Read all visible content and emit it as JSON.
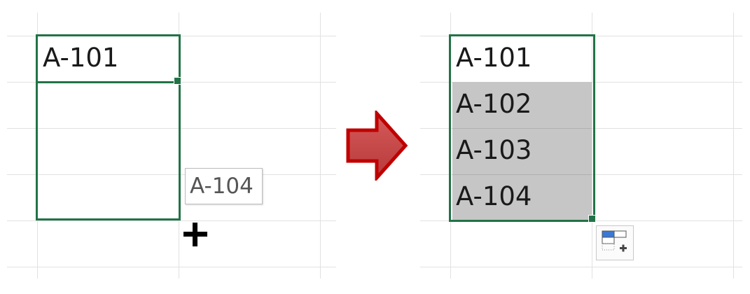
{
  "before": {
    "start_cell": "A-101",
    "drag_tooltip": "A-104"
  },
  "after": {
    "cells": [
      "A-101",
      "A-102",
      "A-103",
      "A-104"
    ]
  },
  "icons": {
    "cursor": "crosshair-plus-icon",
    "transition": "right-arrow-icon",
    "autofill": "auto-fill-options-icon"
  },
  "colors": {
    "selection": "#217346",
    "fill": "#c6c6c6",
    "arrow": "#c00000",
    "grid": "#e1e1e1"
  }
}
